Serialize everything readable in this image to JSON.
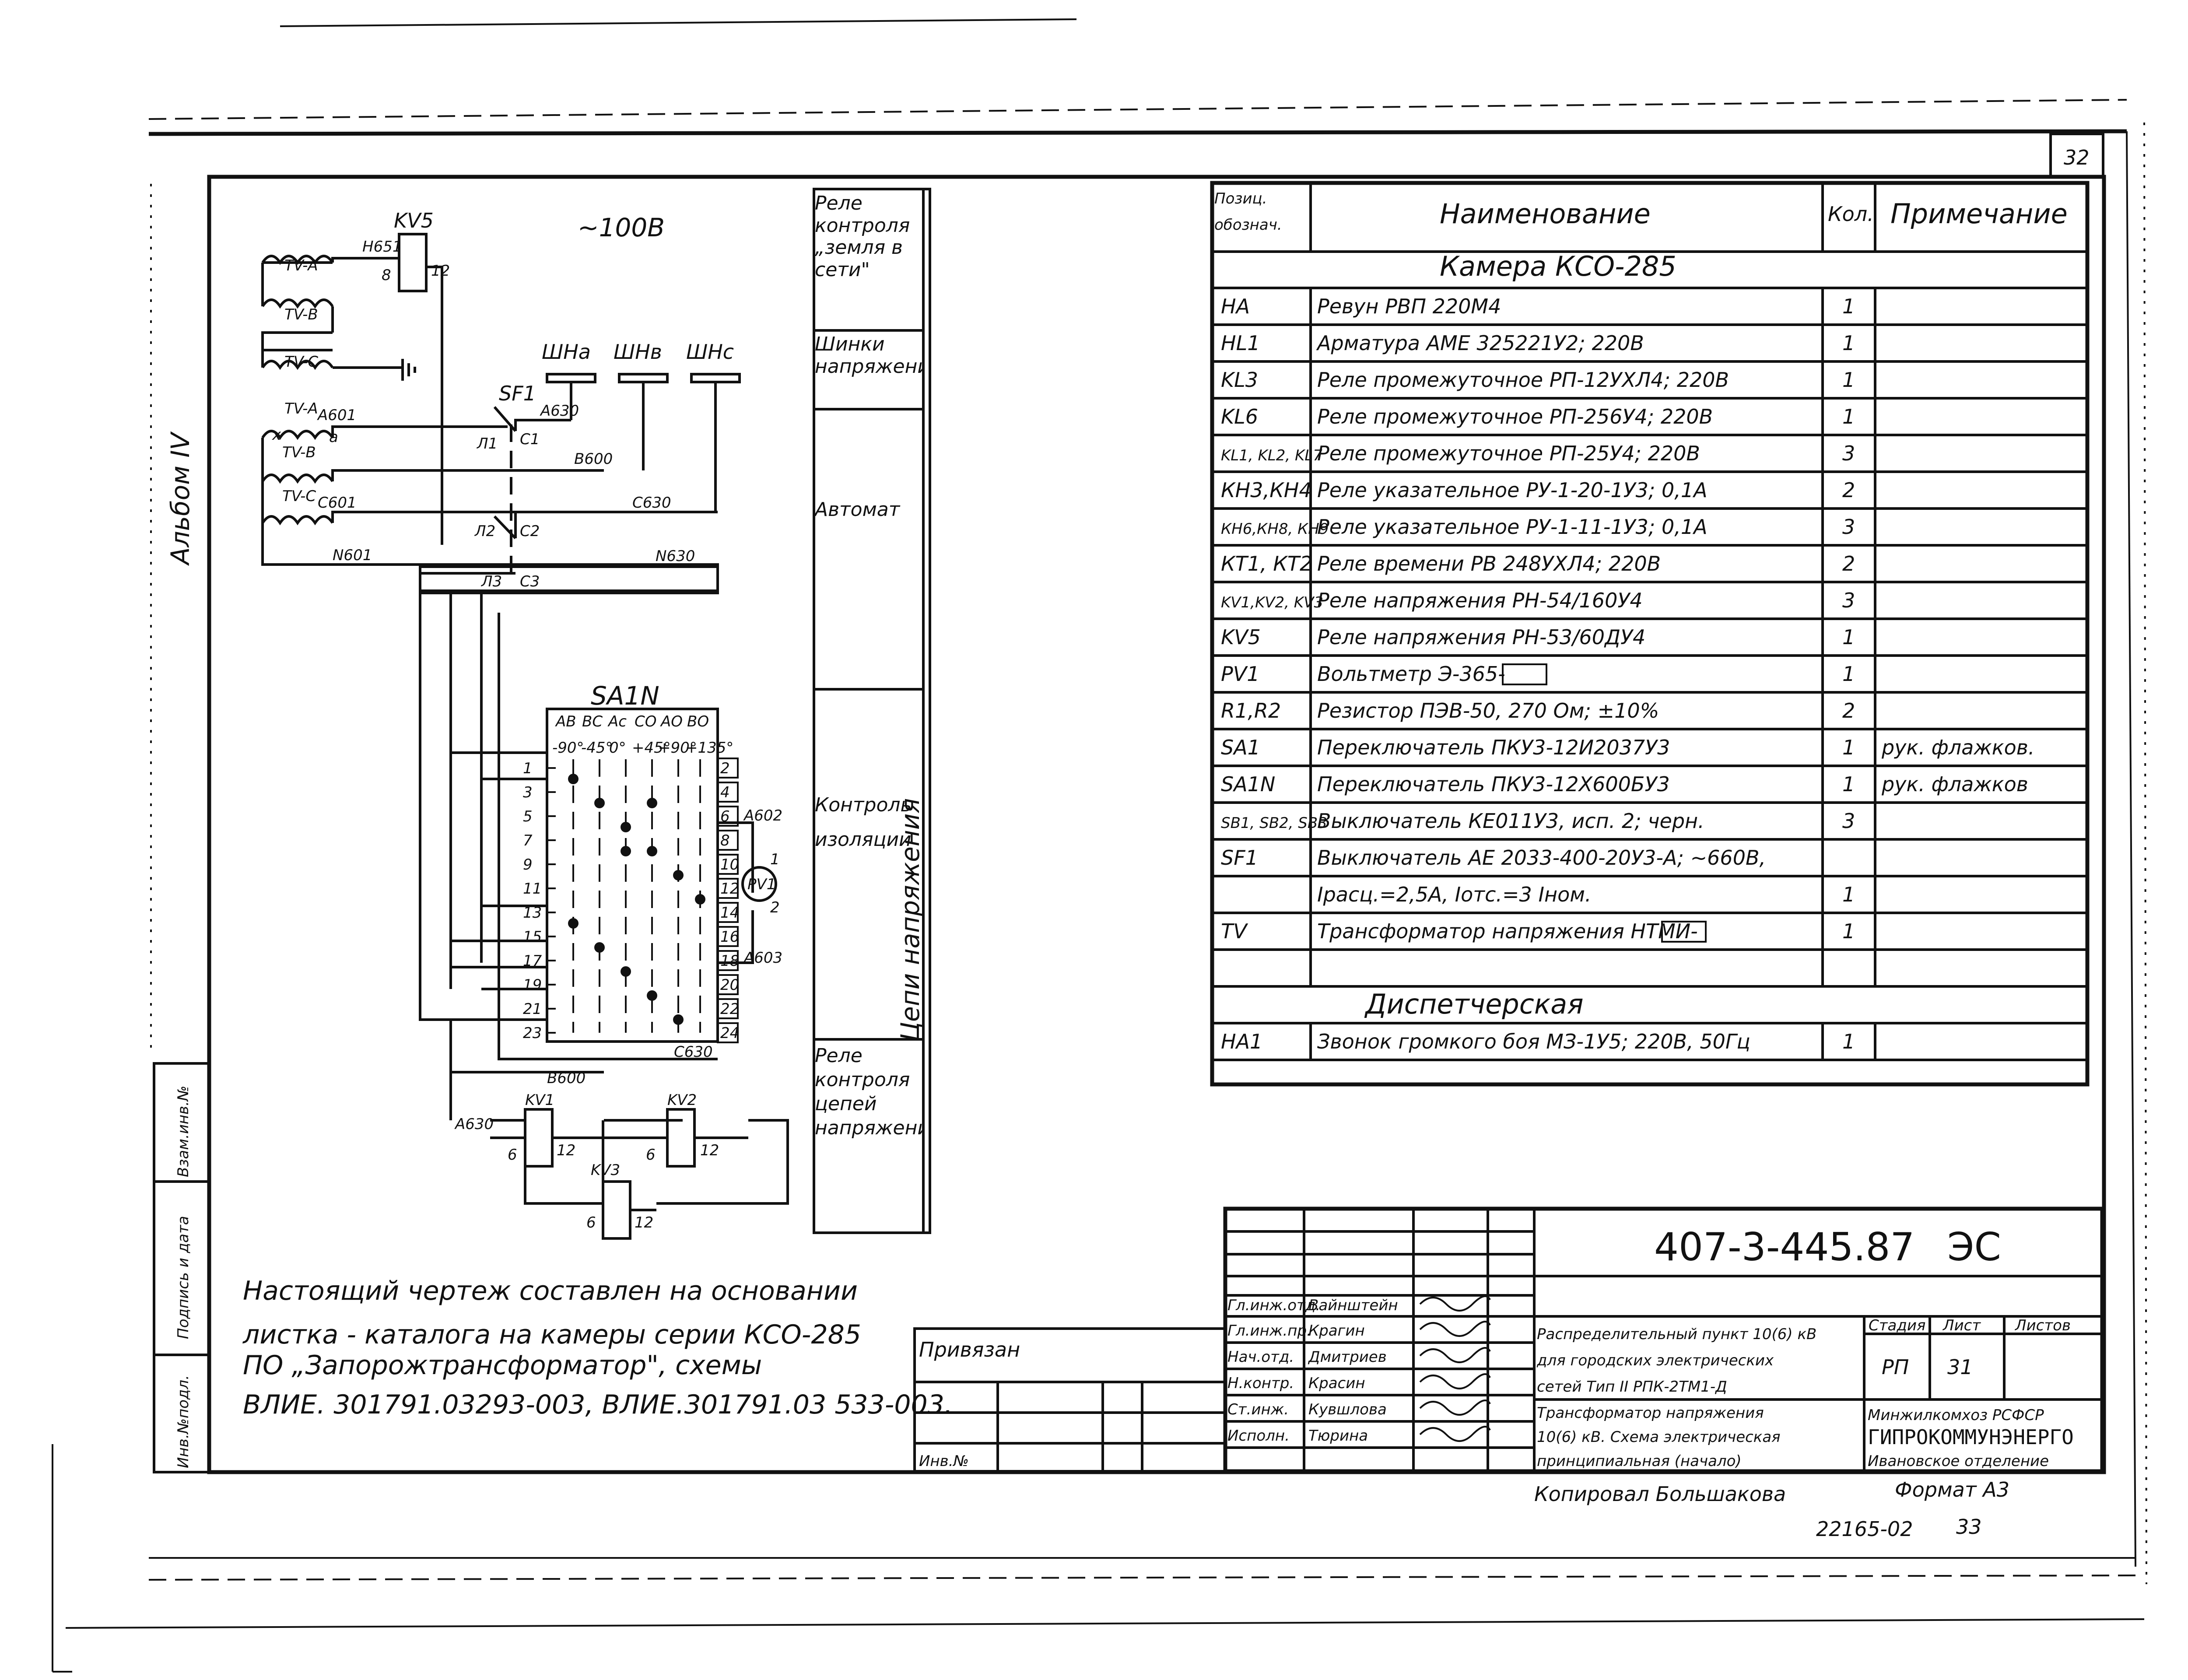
{
  "sheet_number": "32",
  "album_label": "Альбом IV",
  "schematic": {
    "voltage_label": "~100В",
    "kv5": {
      "name": "KV5",
      "wire": "Н651",
      "pin_left": "8",
      "pin_right": "12"
    },
    "tv_windings": [
      "TV-A",
      "TV-B",
      "TV-C"
    ],
    "tv_secondary": [
      "TV-A",
      "TV-B",
      "TV-C"
    ],
    "secondary_taps": {
      "a601": "А601",
      "c601": "С601",
      "n601": "N601",
      "x": "x",
      "a": "a"
    },
    "buses": [
      "ШНа",
      "ШНв",
      "ШНс"
    ],
    "sf1": {
      "name": "SF1",
      "wire_a": "А630",
      "poles": [
        "Л1",
        "Л2",
        "Л3"
      ],
      "contacts": [
        "С1",
        "С2",
        "С3"
      ]
    },
    "wires": {
      "b600": "В600",
      "c630": "С630",
      "n630": "N630",
      "b600_2": "В600",
      "c630_2": "С630",
      "a630": "А630",
      "a602": "А602",
      "a603": "А603"
    },
    "sa1n": {
      "name": "SA1N",
      "headers": [
        "АВ",
        "ВС",
        "Ас",
        "СО",
        "АО",
        "ВО"
      ],
      "angles": [
        "-90°",
        "-45°",
        "0°",
        "+45°",
        "+90°",
        "+135°"
      ],
      "left_pins": [
        "1",
        "3",
        "5",
        "7",
        "9",
        "11",
        "13",
        "15",
        "17",
        "19",
        "21",
        "23"
      ],
      "right_pins": [
        "2",
        "4",
        "6",
        "8",
        "10",
        "12",
        "14",
        "16",
        "18",
        "20",
        "22",
        "24"
      ]
    },
    "pv1": {
      "name": "PV1",
      "pin1": "1",
      "pin2": "2"
    },
    "relays": [
      {
        "name": "KV1",
        "pin_left": "6",
        "pin_right": "12"
      },
      {
        "name": "KV2",
        "pin_left": "6",
        "pin_right": "12"
      },
      {
        "name": "KV3",
        "pin_left": "6",
        "pin_right": "12"
      }
    ]
  },
  "function_column": {
    "rows": [
      "Реле контроля „земля в сети\"",
      "Шинки напряжения",
      "Автомат",
      "Контроль изоляции",
      "Реле контроля цепей напряжения"
    ],
    "vertical_label": "Цепи напряжения"
  },
  "spec_table": {
    "headers": {
      "pos": "Позиц. обознач.",
      "name": "Наименование",
      "qty": "Кол.",
      "note": "Примечание"
    },
    "section1": "Камера КСО-285",
    "rows": [
      {
        "pos": "НА",
        "name": "Ревун РВП 220М4",
        "qty": "1",
        "note": ""
      },
      {
        "pos": "HL1",
        "name": "Арматура АМЕ 325221У2; 220В",
        "qty": "1",
        "note": ""
      },
      {
        "pos": "KL3",
        "name": "Реле промежуточное РП-12УХЛ4; 220В",
        "qty": "1",
        "note": ""
      },
      {
        "pos": "KL6",
        "name": "Реле промежуточное РП-256У4; 220В",
        "qty": "1",
        "note": ""
      },
      {
        "pos": "KL1, KL2, KL7",
        "name": "Реле промежуточное РП-25У4; 220В",
        "qty": "3",
        "note": ""
      },
      {
        "pos": "КН3,КН4",
        "name": "Реле указательное РУ-1-20-1У3; 0,1А",
        "qty": "2",
        "note": ""
      },
      {
        "pos": "КН6,КН8, КН9",
        "name": "Реле указательное РУ-1-11-1У3; 0,1А",
        "qty": "3",
        "note": ""
      },
      {
        "pos": "КТ1, КТ2",
        "name": "Реле времени РВ 248УХЛ4; 220В",
        "qty": "2",
        "note": ""
      },
      {
        "pos": "KV1,KV2, KV3",
        "name": "Реле напряжения РН-54/160У4",
        "qty": "3",
        "note": ""
      },
      {
        "pos": "KV5",
        "name": "Реле напряжения РН-53/60ДУ4",
        "qty": "1",
        "note": ""
      },
      {
        "pos": "PV1",
        "name": "Вольтметр Э-365-",
        "qty": "1",
        "note": "",
        "box": true
      },
      {
        "pos": "R1,R2",
        "name": "Резистор ПЭВ-50, 270 Ом; ±10%",
        "qty": "2",
        "note": ""
      },
      {
        "pos": "SA1",
        "name": "Переключатель ПКУ3-12И2037У3",
        "qty": "1",
        "note": "рук. флажков."
      },
      {
        "pos": "SA1N",
        "name": "Переключатель ПКУ3-12Х600БУ3",
        "qty": "1",
        "note": "рук. флажков"
      },
      {
        "pos": "SB1, SB2, SB3",
        "name": "Выключатель КЕ011У3, исп. 2; черн.",
        "qty": "3",
        "note": ""
      },
      {
        "pos": "SF1",
        "name": "Выключатель АЕ 2033-400-20У3-А; ~660В,",
        "qty": "",
        "note": ""
      },
      {
        "pos": "",
        "name": "Iрасц.=2,5А, Iотс.=3 Iном.",
        "qty": "1",
        "note": ""
      },
      {
        "pos": "TV",
        "name": "Трансформатор напряжения НТМИ-",
        "qty": "1",
        "note": "",
        "box": true
      },
      {
        "pos": "",
        "name": "",
        "qty": "",
        "note": ""
      }
    ],
    "section2": "Диспетчерская",
    "rows2": [
      {
        "pos": "НА1",
        "name": "Звонок громкого боя МЗ-1У5; 220В, 50Гц",
        "qty": "1",
        "note": ""
      }
    ]
  },
  "note_lines": [
    "Настоящий чертеж составлен на основании",
    "листка - каталога на камеры серии КСО-285",
    "ПО „Запорожтрансформатор\", схемы",
    "ВЛИЕ. 301791.03293-003, ВЛИЕ.301791.03 533-003."
  ],
  "side_stamp": [
    "Инв.№подл.",
    "Подпись и дата",
    "Взам.инв.№"
  ],
  "binding": {
    "label": "Привязан",
    "inv": "Инв.№"
  },
  "title_block": {
    "code": "407-3-445.87",
    "mark": "ЭС",
    "roles": [
      "Гл.инж.отд.",
      "Гл.инж.пр.",
      "Нач.отд.",
      "Н.контр.",
      "Ст.инж.",
      "Исполн."
    ],
    "names": [
      "Вайнштейн",
      "Крагин",
      "Дмитриев",
      "Красин",
      "Кувшлова",
      "Тюрина"
    ],
    "description": [
      "Распределительный пункт 10(6) кВ",
      "для городских электрических",
      "сетей Тип II РПК-2ТМ1-Д"
    ],
    "drawing_title": [
      "Трансформатор напряжения",
      "10(6) кВ. Схема электрическая",
      "принципиальная (начало)"
    ],
    "stage_label": "Стадия",
    "stage": "РП",
    "sheet_label": "Лист",
    "sheet": "31",
    "sheets_label": "Листов",
    "sheets": "",
    "org": [
      "Минжилкомхоз РСФСР",
      "ГИПРОКОММУНЭНЕРГО",
      "Ивановское отделение"
    ],
    "copied": "Копировал Большакова",
    "format": "Формат А3",
    "order": "22165-02",
    "page": "33"
  }
}
